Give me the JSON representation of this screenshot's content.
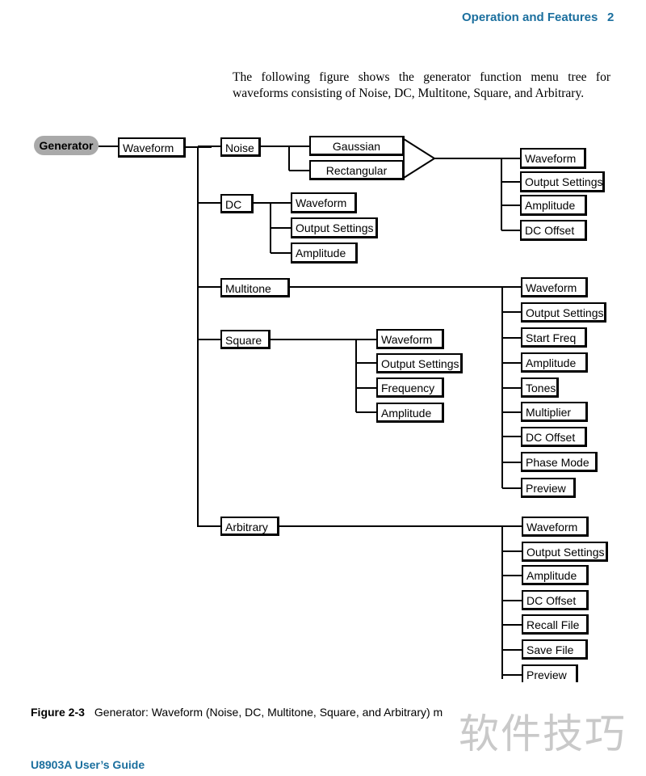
{
  "header": {
    "section": "Operation and Features",
    "page_number": "2"
  },
  "intro_text": "The following figure shows the generator function menu tree for waveforms consisting of Noise, DC, Multitone, Square, and Arbitrary.",
  "diagram": {
    "root": "Generator",
    "level1": "Waveform",
    "noise": {
      "label": "Noise",
      "types": [
        "Gaussian",
        "Rectangular"
      ],
      "menu": [
        "Waveform",
        "Output Settings",
        "Amplitude",
        "DC Offset"
      ]
    },
    "dc": {
      "label": "DC",
      "menu": [
        "Waveform",
        "Output Settings",
        "Amplitude"
      ]
    },
    "multitone": {
      "label": "Multitone",
      "menu": [
        "Waveform",
        "Output Settings",
        "Start Freq",
        "Amplitude",
        "Tones",
        "Multiplier",
        "DC Offset",
        "Phase Mode",
        "Preview"
      ]
    },
    "square": {
      "label": "Square",
      "menu": [
        "Waveform",
        "Output Settings",
        "Frequency",
        "Amplitude"
      ]
    },
    "arbitrary": {
      "label": "Arbitrary",
      "menu": [
        "Waveform",
        "Output Settings",
        "Amplitude",
        "DC Offset",
        "Recall File",
        "Save File",
        "Preview"
      ]
    }
  },
  "caption": {
    "label": "Figure 2-3",
    "text": "Generator: Waveform (Noise, DC, Multitone, Square, and Arbitrary) m"
  },
  "footer": "U8903A User’s Guide",
  "watermark": "软件技巧"
}
